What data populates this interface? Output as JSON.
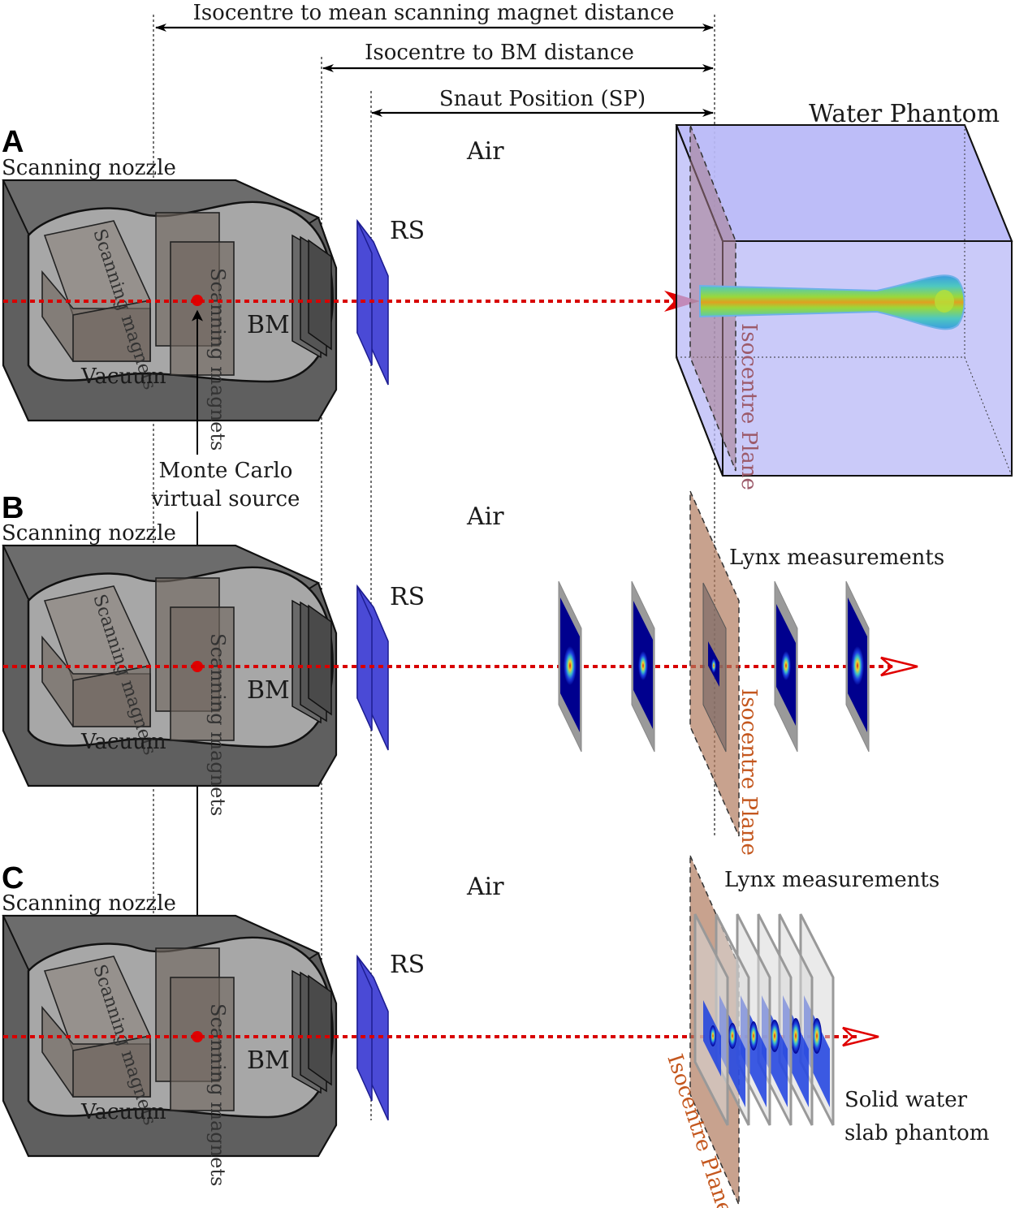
{
  "dimensions": {
    "scanning_magnet_distance": "Isocentre to mean scanning magnet distance",
    "bm_distance": "Isocentre to BM distance",
    "snaut_position": "Snaut Position (SP)"
  },
  "labels": {
    "water_phantom": "Water Phantom",
    "monte_carlo_line1": "Monte Carlo",
    "monte_carlo_line2": "virtual source",
    "solid_water_line1": "Solid water",
    "solid_water_line2": "slab phantom"
  },
  "panels": [
    {
      "letter": "A",
      "nozzle": "Scanning nozzle",
      "air": "Air",
      "rs": "RS",
      "bm": "BM",
      "vacuum": "Vacuum",
      "magnets_left": "Scanning magnets",
      "magnets_right": "Scanning magnets",
      "isocentre_plane": "Isocentre Plane"
    },
    {
      "letter": "B",
      "nozzle": "Scanning nozzle",
      "air": "Air",
      "rs": "RS",
      "bm": "BM",
      "vacuum": "Vacuum",
      "magnets_left": "Scanning magnets",
      "magnets_right": "Scanning magnets",
      "isocentre_plane": "Isocentre Plane",
      "lynx": "Lynx measurements"
    },
    {
      "letter": "C",
      "nozzle": "Scanning nozzle",
      "air": "Air",
      "rs": "RS",
      "bm": "BM",
      "vacuum": "Vacuum",
      "magnets_left": "Scanning magnets",
      "magnets_right": "Scanning magnets",
      "isocentre_plane": "Isocentre Plane",
      "lynx": "Lynx measurements"
    }
  ],
  "colors": {
    "beam": "#d80000",
    "range_shifter": "#4a4ad6",
    "water_phantom": "#b8b8f7",
    "isocentre_plane": "#b07a5e",
    "nozzle": "#5f5f5f"
  }
}
